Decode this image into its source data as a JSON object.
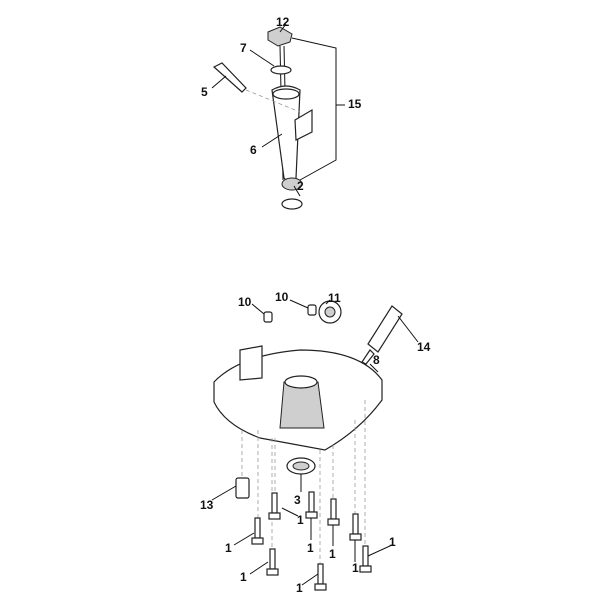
{
  "diagram": {
    "callouts": [
      {
        "id": "c12",
        "text": "12"
      },
      {
        "id": "c7",
        "text": "7"
      },
      {
        "id": "c5",
        "text": "5"
      },
      {
        "id": "c15",
        "text": "15"
      },
      {
        "id": "c6",
        "text": "6"
      },
      {
        "id": "c2",
        "text": "2"
      },
      {
        "id": "c10a",
        "text": "10"
      },
      {
        "id": "c10b",
        "text": "10"
      },
      {
        "id": "c11",
        "text": "11"
      },
      {
        "id": "c14",
        "text": "14"
      },
      {
        "id": "c8",
        "text": "8"
      },
      {
        "id": "c3",
        "text": "3"
      },
      {
        "id": "c13",
        "text": "13"
      },
      {
        "id": "c1a",
        "text": "1"
      },
      {
        "id": "c1b",
        "text": "1"
      },
      {
        "id": "c1c",
        "text": "1"
      },
      {
        "id": "c1d",
        "text": "1"
      },
      {
        "id": "c1e",
        "text": "1"
      },
      {
        "id": "c1f",
        "text": "1"
      },
      {
        "id": "c1g",
        "text": "1"
      },
      {
        "id": "c1h",
        "text": "1"
      }
    ]
  }
}
